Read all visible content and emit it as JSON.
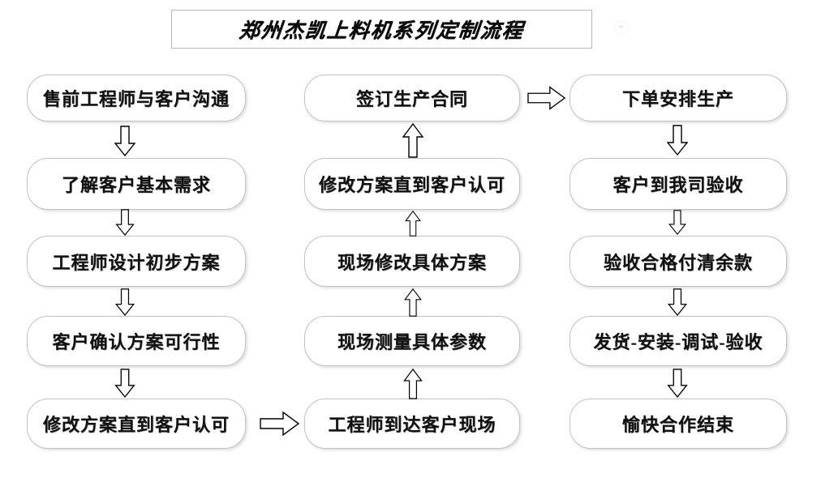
{
  "title": {
    "text": "郑州杰凯上料机系列定制流程"
  },
  "columns": {
    "left": {
      "name": "pre-sales-column",
      "nodes": [
        {
          "label": "售前工程师与客户沟通"
        },
        {
          "label": "了解客户基本需求"
        },
        {
          "label": "工程师设计初步方案"
        },
        {
          "label": "客户确认方案可行性"
        },
        {
          "label": "修改方案直到客户认可"
        }
      ]
    },
    "middle": {
      "name": "on-site-column",
      "nodes": [
        {
          "label": "签订生产合同"
        },
        {
          "label": "修改方案直到客户认可"
        },
        {
          "label": "现场修改具体方案"
        },
        {
          "label": "现场测量具体参数"
        },
        {
          "label": "工程师到达客户现场"
        }
      ]
    },
    "right": {
      "name": "production-column",
      "nodes": [
        {
          "label": "下单安排生产"
        },
        {
          "label": "客户到我司验收"
        },
        {
          "label": "验收合格付清余款"
        },
        {
          "label": "发货-安装-调试-验收"
        },
        {
          "label": "愉快合作结束"
        }
      ]
    }
  },
  "arrows": {
    "left_down": [
      "售前工程师与客户沟通→了解客户基本需求",
      "了解客户基本需求→工程师设计初步方案",
      "工程师设计初步方案→客户确认方案可行性",
      "客户确认方案可行性→修改方案直到客户认可"
    ],
    "left_to_middle": "修改方案直到客户认可→工程师到达客户现场",
    "middle_up": [
      "工程师到达客户现场→现场测量具体参数",
      "现场测量具体参数→现场修改具体方案",
      "现场修改具体方案→修改方案直到客户认可",
      "修改方案直到客户认可→签订生产合同"
    ],
    "middle_to_right": "签订生产合同→下单安排生产",
    "right_down": [
      "下单安排生产→客户到我司验收",
      "客户到我司验收→验收合格付清余款",
      "验收合格付清余款→发货-安装-调试-验收",
      "发货-安装-调试-验收→愉快合作结束"
    ]
  },
  "colors": {
    "node_border": "#c2c2c2",
    "node_fill": "#ffffff",
    "arrow_stroke": "#000000",
    "text": "#101010",
    "background": "#ffffff"
  }
}
